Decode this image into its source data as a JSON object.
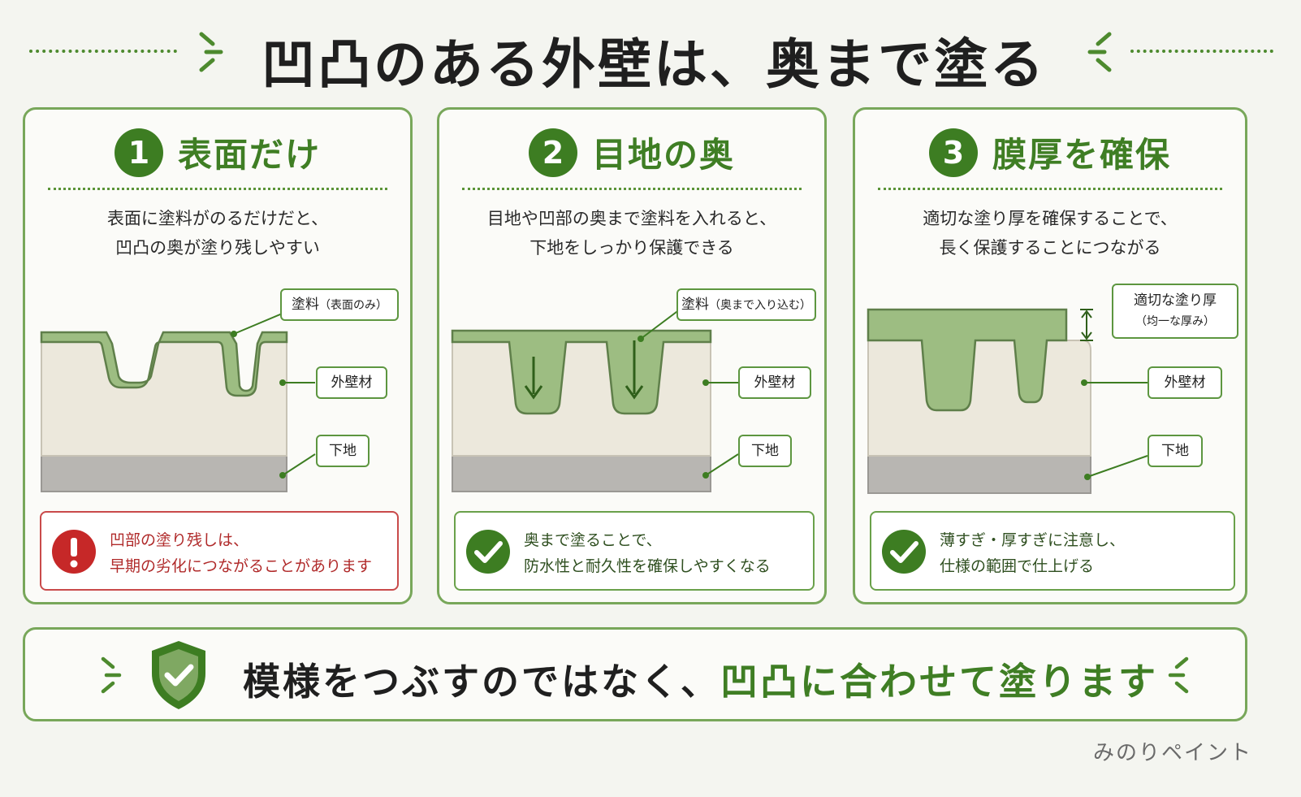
{
  "title": "凹凸のある外壁は、奥まで塗る",
  "panels": [
    {
      "number": "1",
      "heading": "表面だけ",
      "desc": [
        "表面に塗料がのるだけだと、",
        "凹凸の奥が塗り残しやすい"
      ],
      "labels": {
        "paint": "塗料",
        "paint_note": "（表面のみ）",
        "wall": "外壁材",
        "base": "下地"
      },
      "note": [
        "凹部の塗り残しは、",
        "早期の劣化につながることがあります"
      ],
      "note_type": "warning"
    },
    {
      "number": "2",
      "heading": "目地の奥",
      "desc": [
        "目地や凹部の奥まで塗料を入れると、",
        "下地をしっかり保護できる"
      ],
      "labels": {
        "paint": "塗料",
        "paint_note": "（奥まで入り込む）",
        "wall": "外壁材",
        "base": "下地"
      },
      "note": [
        "奥まで塗ることで、",
        "防水性と耐久性を確保しやすくなる"
      ],
      "note_type": "check"
    },
    {
      "number": "3",
      "heading": "膜厚を確保",
      "desc": [
        "適切な塗り厚を確保することで、",
        "長く保護することにつながる"
      ],
      "labels": {
        "paint": "適切な塗り厚",
        "paint_note": "（均一な厚み）",
        "wall": "外壁材",
        "base": "下地"
      },
      "note": [
        "薄すぎ・厚すぎに注意し、",
        "仕様の範囲で仕上げる"
      ],
      "note_type": "check"
    }
  ],
  "banner": {
    "part1": "模様をつぶすのではなく、",
    "part2": "凹凸に合わせて塗ります"
  },
  "brand": "みのりペイント",
  "colors": {
    "green": "#3d7d22",
    "panel_border": "#78a75a",
    "coat": "#9dbd82",
    "wall": "#ece8dc",
    "base": "#b8b6b2",
    "warning": "#c62828"
  }
}
